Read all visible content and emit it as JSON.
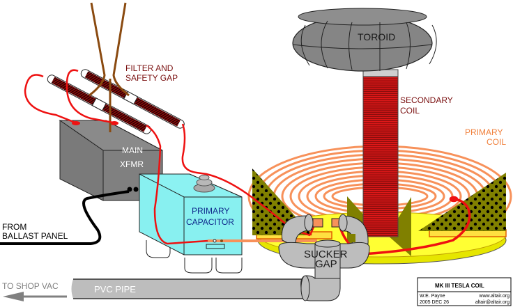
{
  "diagram": {
    "title": "MK III TESLA COIL",
    "components": [
      {
        "id": "filter",
        "label_lines": [
          "FILTER AND",
          "SAFETY GAP"
        ]
      },
      {
        "id": "main-xfmr",
        "label_lines": [
          "MAIN",
          "XFMR"
        ]
      },
      {
        "id": "primary-capacitor",
        "label_lines": [
          "PRIMARY",
          "CAPACITOR"
        ]
      },
      {
        "id": "toroid",
        "label_lines": [
          "TOROID"
        ]
      },
      {
        "id": "secondary-coil",
        "label_lines": [
          "SECONDARY",
          "COIL"
        ]
      },
      {
        "id": "primary-coil",
        "label_lines": [
          "PRIMARY",
          "COIL"
        ]
      },
      {
        "id": "sucker-gap",
        "label_lines": [
          "SUCKER",
          "GAP"
        ]
      },
      {
        "id": "pvc-pipe",
        "label_lines": [
          "PVC  PIPE"
        ]
      },
      {
        "id": "ballast",
        "label_lines": [
          "FROM",
          "BALLAST PANEL"
        ]
      },
      {
        "id": "shop-vac",
        "label_lines": [
          "TO SHOP VAC"
        ]
      }
    ],
    "title_block": {
      "title": "MK III TESLA COIL",
      "author": "W.E. Payne",
      "date": "2005 DEC 26",
      "website": "www.altair.org",
      "email": "altair@altair.org"
    },
    "colors": {
      "wire_red": "#ee1111",
      "lead_brown": "#8a4a10",
      "xfmr_gray": "#808080",
      "cap_cyan": "#88f0f0",
      "toroid_gray": "#858585",
      "secondary_red": "#cc1010",
      "primary_orange": "#f7915a",
      "base_yellow": "#ffff33",
      "support_olive": "#808000",
      "pvc_gray": "#bdbdbd"
    }
  }
}
